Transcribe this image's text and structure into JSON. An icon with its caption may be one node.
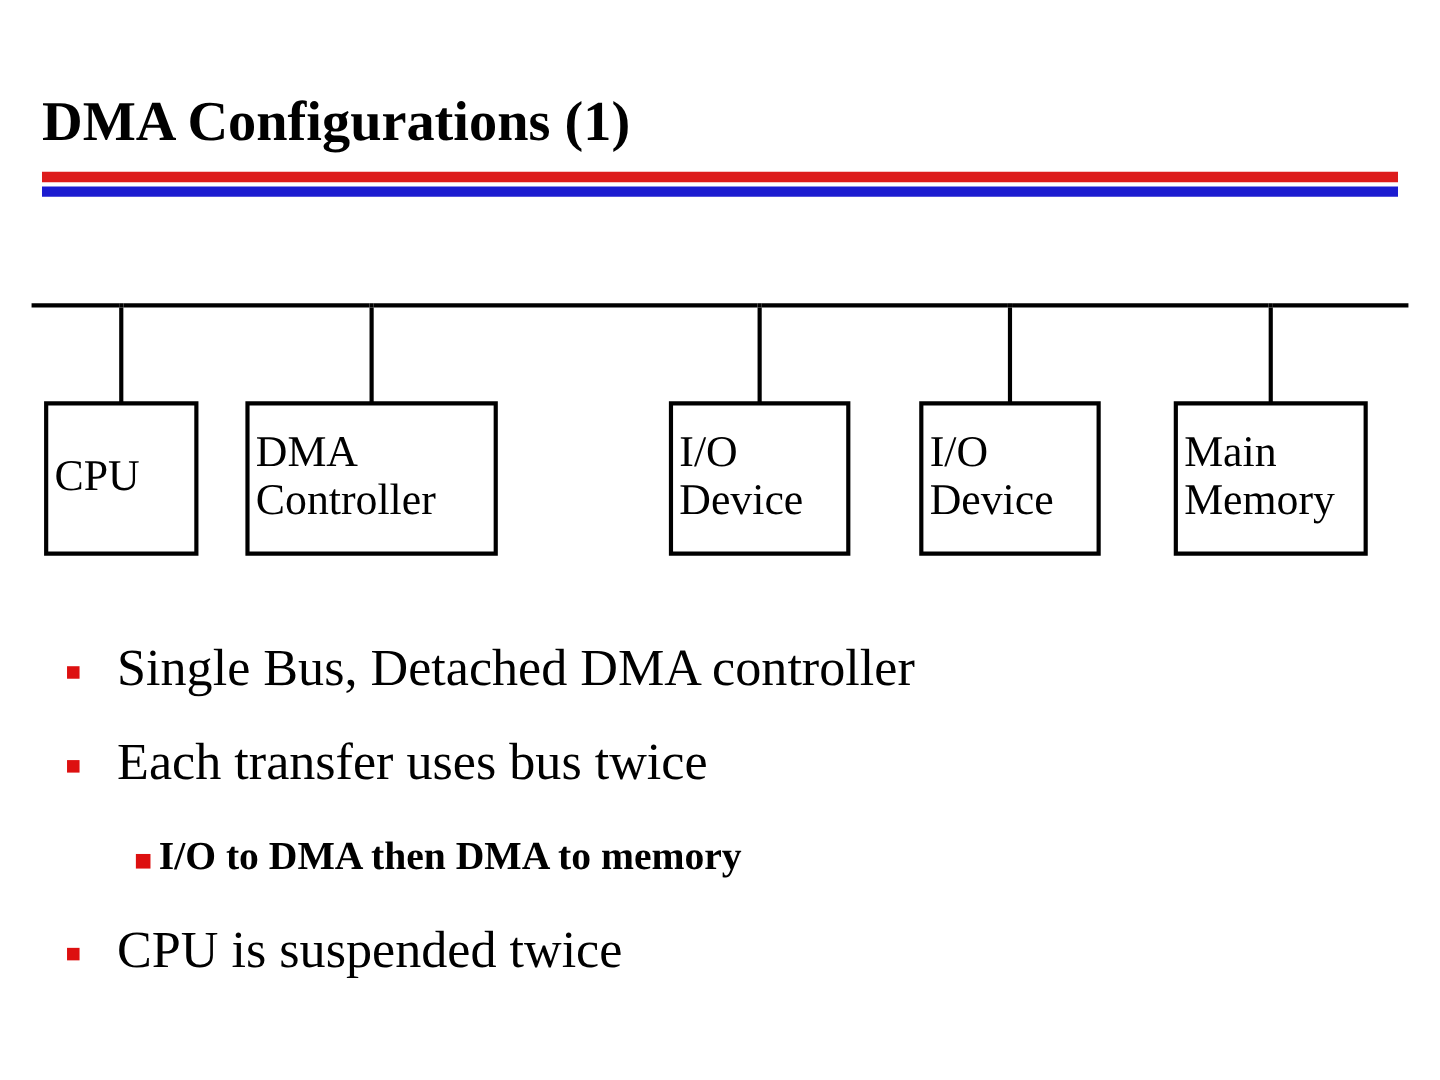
{
  "diagram": {
    "title": "DMA Configurations (1)",
    "nodes": [
      {
        "text": [],
        "shape": "bar"
      },
      {
        "text": [
          "CPU"
        ]
      },
      {
        "text": [
          "DMA Controller"
        ]
      },
      {
        "text": [
          "I/O Device"
        ]
      },
      {
        "text": [
          "I/O Device"
        ]
      },
      {
        "text": [
          "Main Memory"
        ]
      }
    ],
    "edges": [
      {
        "from": 0,
        "to": 1,
        "arrow": "none"
      },
      {
        "from": 0,
        "to": 2,
        "arrow": "none"
      },
      {
        "from": 0,
        "to": 3,
        "arrow": "none"
      },
      {
        "from": 0,
        "to": 4,
        "arrow": "none"
      },
      {
        "from": 0,
        "to": 5,
        "arrow": "none"
      }
    ],
    "labels": [
      "Single Bus, Detached DMA controller",
      "Each transfer uses bus twice",
      "I/O to DMA then DMA to memory",
      "CPU is suspended twice"
    ]
  }
}
